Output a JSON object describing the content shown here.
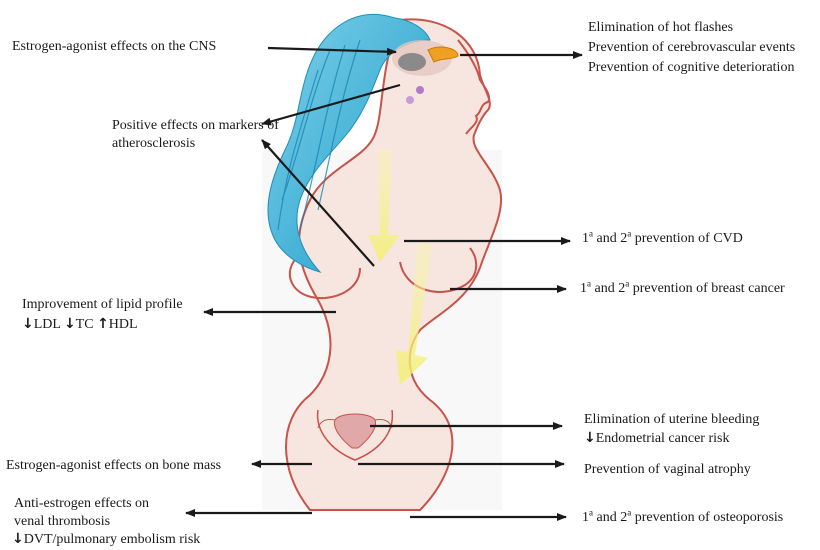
{
  "labels": {
    "cns": "Estrogen-agonist effects on the CNS",
    "hot_flashes": "Elimination of hot flashes",
    "cerebrovascular": "Prevention of cerebrovascular events",
    "cognitive": "Prevention of cognitive deterioration",
    "athero_line1": "Positive effects on markers of",
    "athero_line2": "atherosclerosis",
    "cvd_prefix": "1",
    "cvd_sup1": "a",
    "cvd_mid": " and 2",
    "cvd_sup2": "a",
    "cvd_suffix": " prevention of CVD",
    "breast_prefix": "1",
    "breast_sup1": "a",
    "breast_mid": " and 2",
    "breast_sup2": "a",
    "breast_suffix": " prevention of breast cancer",
    "lipid_title": "Improvement of lipid profile",
    "ldl": "LDL",
    "tc": "TC",
    "hdl": "HDL",
    "uterine_bleeding": "Elimination of uterine bleeding",
    "endometrial": "Endometrial cancer risk",
    "bone_mass": "Estrogen-agonist effects on bone mass",
    "vaginal": "Prevention of vaginal atrophy",
    "thrombosis_line1": "Anti-estrogen effects on",
    "thrombosis_line2": "venal thrombosis",
    "dvt": "DVT/pulmonary embolism risk",
    "osteo_prefix": "1",
    "osteo_sup1": "a",
    "osteo_mid": " and 2",
    "osteo_sup2": "a",
    "osteo_suffix": " prevention of osteoporosis"
  },
  "glyphs": {
    "down_arrow": "↓",
    "up_arrow": "↑"
  },
  "colors": {
    "hair": "#3fb3d8",
    "hair_dark": "#1f8fb8",
    "body_outline": "#c9524a",
    "body_fill": "#f6e6df",
    "flow_arrow": "#f2ef8a",
    "brain_grey": "#8a8a8a",
    "brain_orange": "#f0a020",
    "pituitary_purple": "#b07ac8",
    "uterus": "#e0a8a8",
    "arrow": "#1a1a1a"
  }
}
